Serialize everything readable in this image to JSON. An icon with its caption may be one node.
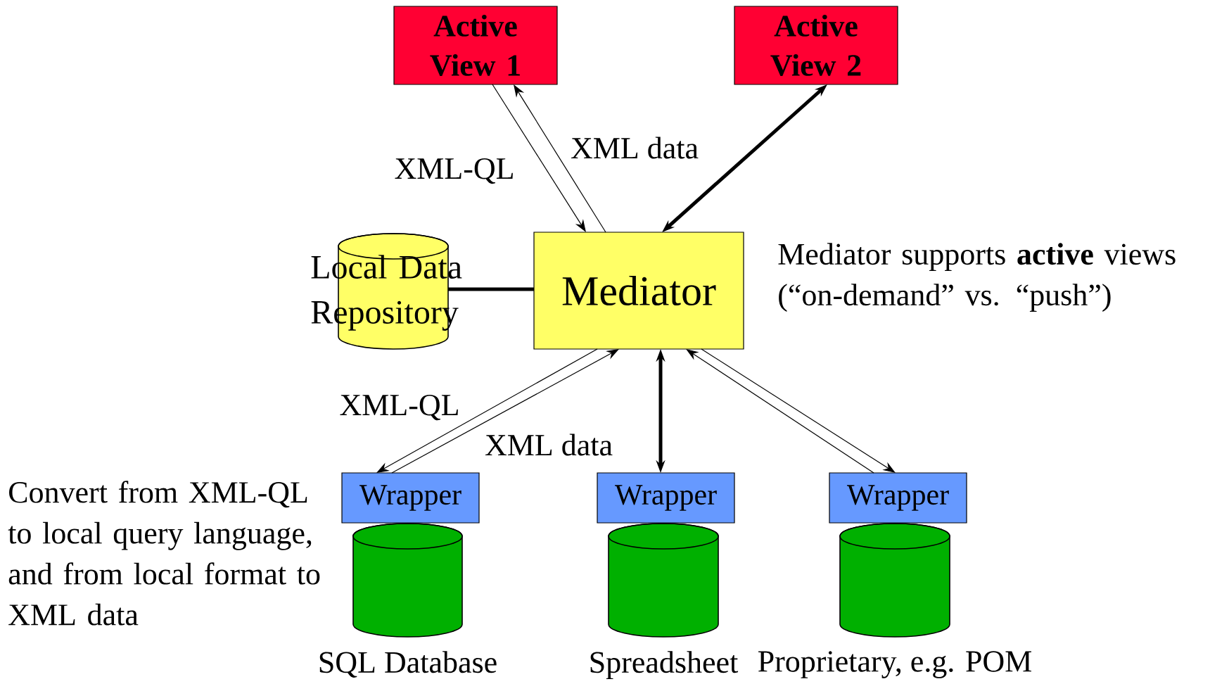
{
  "diagram": {
    "nodes": [
      {
        "text": [
          "Active View 1"
        ]
      },
      {
        "text": [
          "Active View 2"
        ]
      },
      {
        "text": [
          "Local Data Repository"
        ]
      },
      {
        "text": [
          "Mediator"
        ]
      },
      {
        "text": [
          "Wrapper"
        ]
      },
      {
        "text": [
          "Wrapper"
        ]
      },
      {
        "text": [
          "Wrapper"
        ]
      },
      {
        "text": [],
        "shape": "cylinder",
        "beside": [
          "SQL Database"
        ]
      },
      {
        "text": [],
        "shape": "cylinder",
        "beside": [
          "Spreadsheet"
        ]
      },
      {
        "text": [],
        "shape": "cylinder",
        "beside": [
          "Proprietary, e.g. POM"
        ]
      }
    ],
    "edges": [
      {
        "from": 0,
        "to": 3,
        "arrow": "to",
        "label": "XML-QL"
      },
      {
        "from": 3,
        "to": 0,
        "arrow": "to",
        "label": "XML data"
      },
      {
        "from": 3,
        "to": 1,
        "arrow": "both",
        "style": "thick"
      },
      {
        "from": 2,
        "to": 3,
        "arrow": "none",
        "style": "thick"
      },
      {
        "from": 3,
        "to": 4,
        "arrow": "to",
        "label": "XML-QL"
      },
      {
        "from": 4,
        "to": 3,
        "arrow": "to",
        "label": "XML data"
      },
      {
        "from": 3,
        "to": 5,
        "arrow": "both",
        "style": "thick"
      },
      {
        "from": 6,
        "to": 3,
        "arrow": "to"
      },
      {
        "from": 3,
        "to": 6,
        "arrow": "to"
      }
    ],
    "labels": [
      "Mediator supports **active** views (“on-demand” vs. “push”)",
      "Convert from XML-QL to local query language, and from local format to XML data"
    ]
  }
}
